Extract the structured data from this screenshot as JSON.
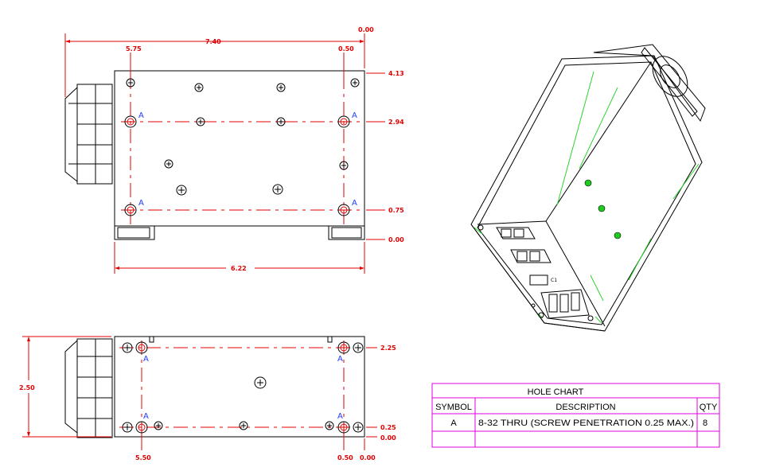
{
  "top_view": {
    "dim_overall": "7.40",
    "dim_left_hole": "5.75",
    "dim_zero_top": "0.00",
    "dim_right_hole": "0.50",
    "dim_y_top": "4.13",
    "dim_y_upper_holes": "2.94",
    "dim_y_lower_holes": "0.75",
    "dim_y_bottom": "0.00",
    "dim_width": "6.22",
    "hole_label": "A"
  },
  "side_view": {
    "dim_height": "2.50",
    "dim_y_top_holes": "2.25",
    "dim_y_bottom_holes": "0.25",
    "dim_y_base": "0.00",
    "dim_x_left": "5.50",
    "dim_x_right": "0.50",
    "dim_x_zero": "0.00",
    "hole_label": "A"
  },
  "iso_view": {
    "connector_label": "C1"
  },
  "hole_chart": {
    "title": "HOLE CHART",
    "headers": [
      "SYMBOL",
      "DESCRIPTION",
      "QTY"
    ],
    "rows": [
      {
        "symbol": "A",
        "description": "8-32 THRU (SCREW PENETRATION 0.25 MAX.)",
        "qty": "8"
      }
    ]
  },
  "colors": {
    "dimension": "#e30000",
    "hole_symbol": "#1e3cff",
    "table_border": "#e000e0",
    "iso_accent": "#2bd42b",
    "outline": "#000000"
  }
}
